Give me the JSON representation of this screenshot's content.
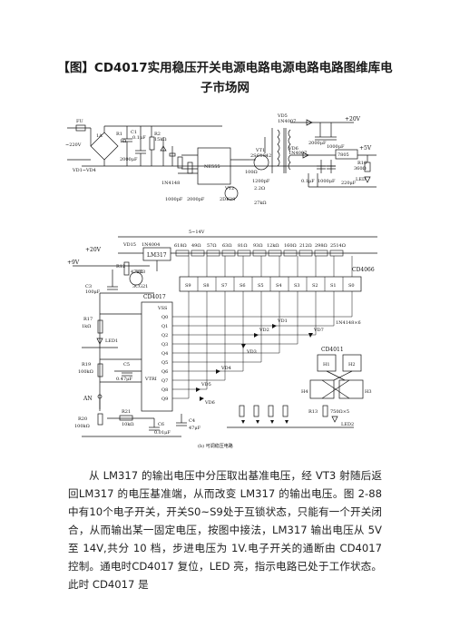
{
  "title": "【图】CD4017实用稳压开关电源电路电源电路电路图维库电子市场网",
  "figure": {
    "caption": "(b) 可调稳压电路",
    "labels": {
      "fu": "FU",
      "fu_rating": "1A",
      "ac_in": "~220V",
      "vd1_vd4": "VD1~VD4",
      "r1": "R1",
      "r1_val": "1Ω",
      "c1": "C1",
      "c1_val": "0.1μF",
      "c2_val": "2000μF",
      "r2": "R2",
      "r2_val": "15kΩ",
      "vd1n": "VD5",
      "vd_1n4007": "1N4007",
      "plus20_top": "+20V",
      "c6_val": "2000μF",
      "c7_val": "1000μF",
      "vd6": "VD6",
      "vd6_1n": "1N4007",
      "ic_ne555": "NE555",
      "ic_7805": "7805",
      "plus5v": "+5V",
      "r10": "R10",
      "r10_val": "360Ω",
      "led": "LED",
      "c10_val": "0.1μF",
      "c11_val": "1000μF",
      "c12_val": "220μF",
      "vt1": "VT1",
      "vt1_type": "2SC1942",
      "vt2": "VT2",
      "vt2_type": "2DK28",
      "r7_val": "100Ω",
      "r8_val": "2.2Ω",
      "r9_val": "27kΩ",
      "c5_val": "1200pF",
      "c3_val": "1000pF",
      "c4_val": "2000pF",
      "vd_1n4148": "1N4148",
      "v_5_14": "5~14V",
      "vd15": "VD15",
      "vd15_type": "1N4004",
      "lm317": "LM317",
      "plus20_mid": "+20V",
      "plus9": "+9V",
      "r12": "R12",
      "r12_val": "470Ω",
      "c3b": "C3",
      "c3b_val": "100μF",
      "vt3": "VT3",
      "vt3_type": "3CG21",
      "cd4017": "CD4017",
      "cd4066": "CD4066",
      "res_vals": [
        "618Ω",
        "49Ω",
        "57Ω",
        "63Ω",
        "81Ω",
        "93Ω",
        "12kΩ",
        "160Ω",
        "212Ω",
        "298Ω",
        "2514Ω"
      ],
      "switches": [
        "S9",
        "S8",
        "S7",
        "S6",
        "S5",
        "S4",
        "S3",
        "S2",
        "S1",
        "S0"
      ],
      "q_pins": [
        "VSS",
        "Q0",
        "Q1",
        "Q2",
        "Q3",
        "Q4",
        "Q5",
        "Q6",
        "Q7",
        "Q8",
        "Q9"
      ],
      "r17": "R17",
      "r17_val": "1kΩ",
      "led1": "LED1",
      "r19": "R19",
      "r19_val": "100kΩ",
      "c5b": "C5",
      "c5b_val": "0.47μF",
      "vtr": "VTRI",
      "an": "AN",
      "r20": "R20",
      "r20_val": "100kΩ",
      "r21": "R21",
      "r21_val": "10kΩ",
      "c6b": "C6",
      "c6b_val": "0.01μF",
      "c4b": "C4",
      "c4b_val": "47μF",
      "diodes": "1N4148×6",
      "cd4011": "CD4011",
      "h1": "H1",
      "h2": "H2",
      "h3": "H3",
      "h4": "H4",
      "r_led": "R13",
      "r_led_val": "750Ω×5",
      "led2": "LED2",
      "vd_labels": [
        "VD1",
        "VD2",
        "VD3",
        "VD4",
        "VD5",
        "VD6",
        "VD7"
      ]
    }
  },
  "paragraph": "从 LM317 的输出电压中分压取出基准电压，经 VT3 射随后返回LM317 的电压基准端，从而改变 LM317 的输出电压。图 2-88 中有10个电子开关，开关S0~S9处于互锁状态，只能有一个开关闭合，从而输出某一固定电压，按图中接法，LM317 输出电压从 5V 至 14V,共分 10 档，步进电压为 1V.电子开关的通断由 CD4017 控制。通电时CD4017 复位，LED 亮，指示电路已处于工作状态。此时 CD4017 是"
}
